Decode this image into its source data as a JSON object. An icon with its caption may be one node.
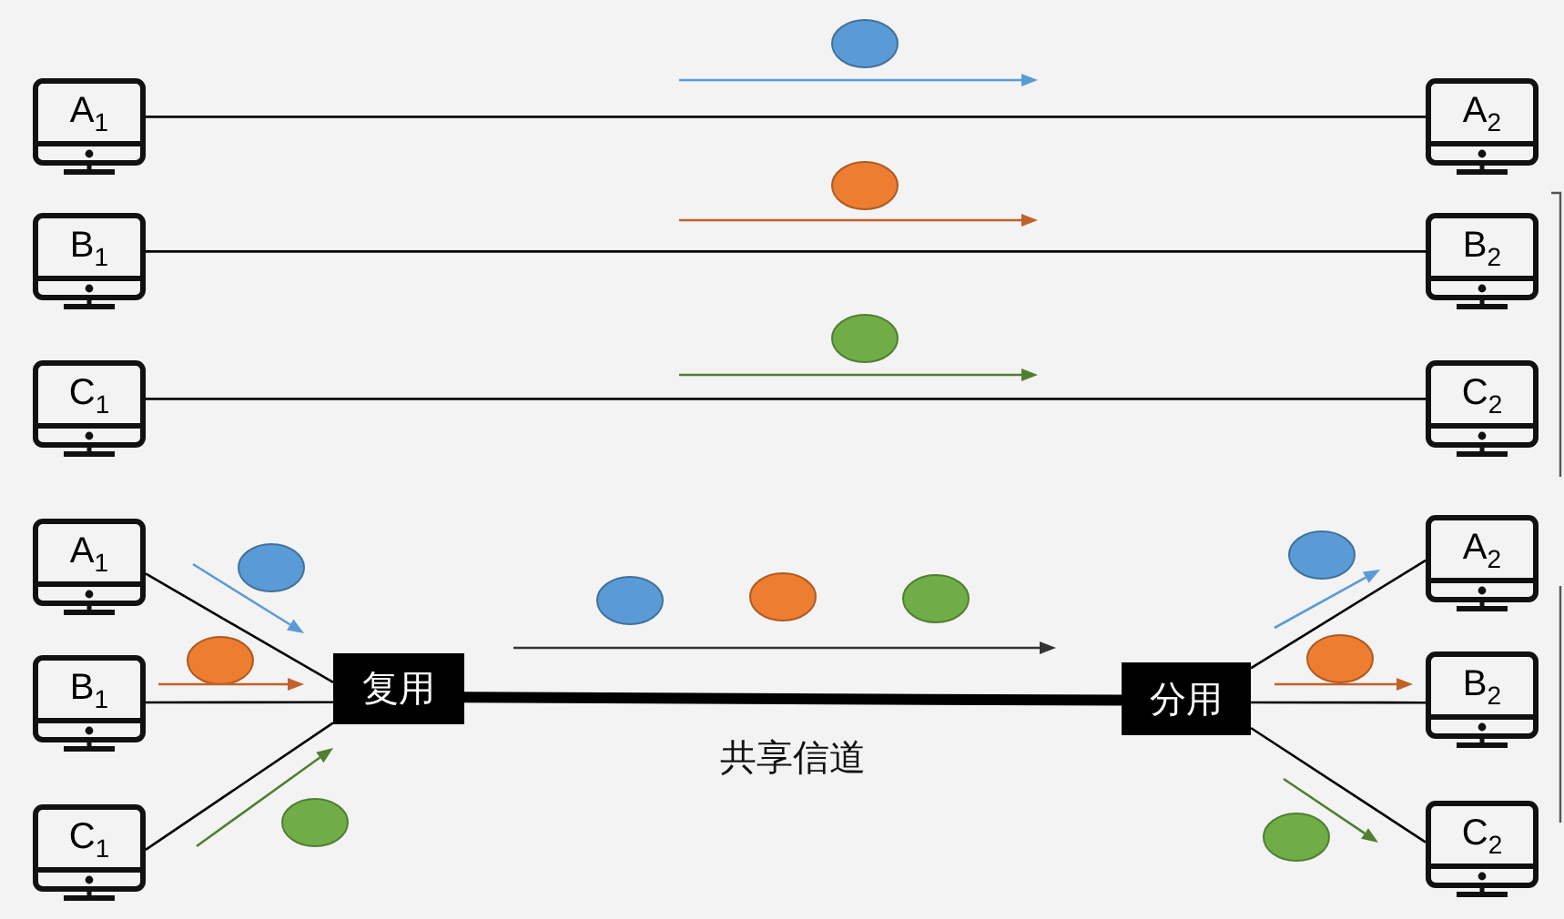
{
  "diagram": {
    "nodes": [
      {
        "text": [
          "A$_{1}$"
        ]
      },
      {
        "text": [
          "A$_{2}$"
        ]
      },
      {
        "text": [
          "B$_{1}$"
        ]
      },
      {
        "text": [
          "B$_{2}$"
        ]
      },
      {
        "text": [
          "C$_{1}$"
        ]
      },
      {
        "text": [
          "C$_{2}$"
        ]
      },
      {
        "text": [
          "A$_{1}$"
        ]
      },
      {
        "text": [
          "B$_{1}$"
        ]
      },
      {
        "text": [
          "C$_{1}$"
        ]
      },
      {
        "text": [
          "复用"
        ]
      },
      {
        "text": [
          "分用"
        ]
      },
      {
        "text": [
          "A$_{2}$"
        ]
      },
      {
        "text": [
          "B$_{2}$"
        ]
      },
      {
        "text": [
          "C$_{2}$"
        ]
      }
    ],
    "edges": [
      {
        "from": 0,
        "to": 1,
        "arrow": "none"
      },
      {
        "from": 2,
        "to": 3,
        "arrow": "none"
      },
      {
        "from": 4,
        "to": 5,
        "arrow": "none"
      },
      {
        "from": 6,
        "to": 9,
        "arrow": "none"
      },
      {
        "from": 7,
        "to": 9,
        "arrow": "none"
      },
      {
        "from": 8,
        "to": 9,
        "arrow": "none"
      },
      {
        "from": 9,
        "to": 10,
        "arrow": "none",
        "label": "共享信道",
        "style": "thick"
      },
      {
        "from": 10,
        "to": 11,
        "arrow": "none"
      },
      {
        "from": 10,
        "to": 12,
        "arrow": "none"
      },
      {
        "from": 10,
        "to": 13,
        "arrow": "none"
      }
    ]
  }
}
